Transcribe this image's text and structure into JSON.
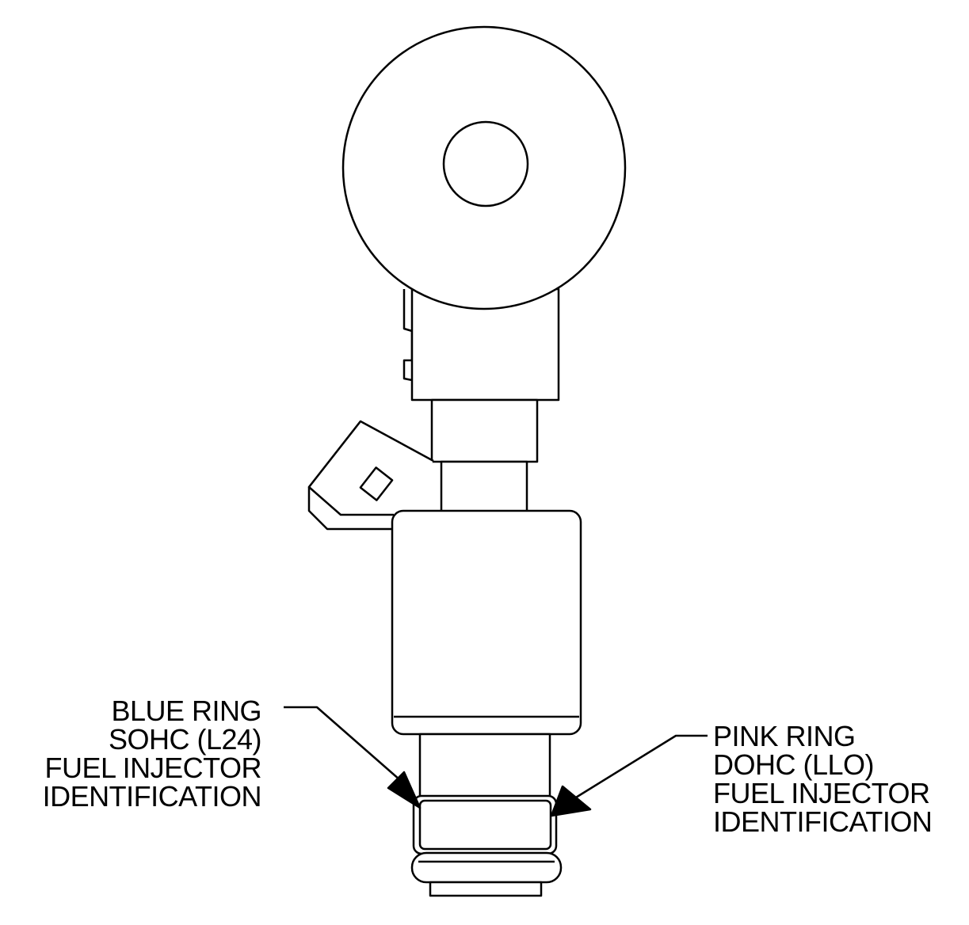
{
  "callouts": {
    "left": {
      "lines": [
        "BLUE RING",
        "SOHC (L24)",
        "FUEL INJECTOR",
        "IDENTIFICATION"
      ]
    },
    "right": {
      "lines": [
        "PINK RING",
        "DOHC (LLO)",
        "FUEL INJECTOR",
        "IDENTIFICATION"
      ]
    }
  },
  "colors": {
    "stroke": "#000000",
    "background": "#ffffff"
  }
}
